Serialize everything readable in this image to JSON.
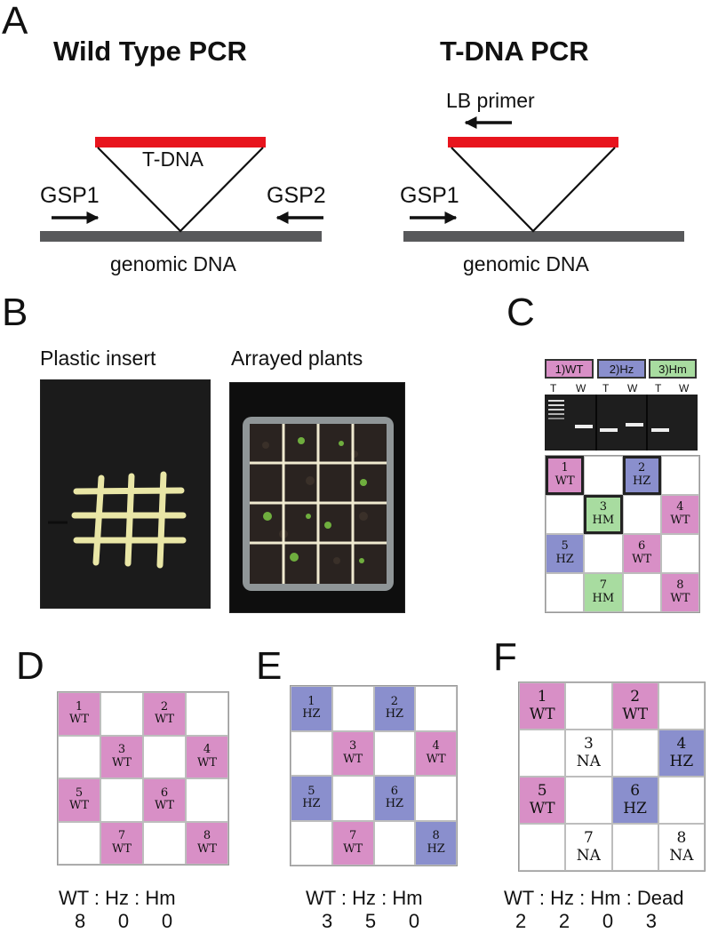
{
  "panel_letters": {
    "a": "A",
    "b": "B",
    "c": "C",
    "d": "D",
    "e": "E",
    "f": "F"
  },
  "panel_a": {
    "left": {
      "title": "Wild Type PCR",
      "insert_label": "T-DNA",
      "primer_left": "GSP1",
      "primer_right": "GSP2",
      "genome_label": "genomic DNA"
    },
    "right": {
      "title": "T-DNA PCR",
      "primer_top": "LB primer",
      "primer_left": "GSP1",
      "genome_label": "genomic DNA"
    },
    "colors": {
      "tdna": "#e8141d",
      "genome": "#58595b"
    }
  },
  "panel_b": {
    "left_label": "Plastic insert",
    "right_label": "Arrayed plants"
  },
  "panel_c": {
    "tags": [
      {
        "label": "1)WT",
        "type": "wt"
      },
      {
        "label": "2)Hz",
        "type": "hz"
      },
      {
        "label": "3)Hm",
        "type": "hm"
      }
    ],
    "lanes": [
      "T",
      "W",
      "T",
      "W",
      "T",
      "W"
    ],
    "grid": [
      [
        {
          "num": "1",
          "gt": "WT",
          "type": "wt",
          "boxed": true
        },
        null,
        {
          "num": "2",
          "gt": "HZ",
          "type": "hz",
          "boxed": true
        },
        null
      ],
      [
        null,
        {
          "num": "3",
          "gt": "HM",
          "type": "hm",
          "boxed": true
        },
        null,
        {
          "num": "4",
          "gt": "WT",
          "type": "wt"
        }
      ],
      [
        {
          "num": "5",
          "gt": "HZ",
          "type": "hz"
        },
        null,
        {
          "num": "6",
          "gt": "WT",
          "type": "wt"
        },
        null
      ],
      [
        null,
        {
          "num": "7",
          "gt": "HM",
          "type": "hm"
        },
        null,
        {
          "num": "8",
          "gt": "WT",
          "type": "wt"
        }
      ]
    ]
  },
  "panel_d": {
    "grid": [
      [
        {
          "num": "1",
          "gt": "WT",
          "type": "wt"
        },
        null,
        {
          "num": "2",
          "gt": "WT",
          "type": "wt"
        },
        null
      ],
      [
        null,
        {
          "num": "3",
          "gt": "WT",
          "type": "wt"
        },
        null,
        {
          "num": "4",
          "gt": "WT",
          "type": "wt"
        }
      ],
      [
        {
          "num": "5",
          "gt": "WT",
          "type": "wt"
        },
        null,
        {
          "num": "6",
          "gt": "WT",
          "type": "wt"
        },
        null
      ],
      [
        null,
        {
          "num": "7",
          "gt": "WT",
          "type": "wt"
        },
        null,
        {
          "num": "8",
          "gt": "WT",
          "type": "wt"
        }
      ]
    ],
    "ratio_header": "WT : Hz : Hm",
    "ratio_values": "8      0      0"
  },
  "panel_e": {
    "grid": [
      [
        {
          "num": "1",
          "gt": "HZ",
          "type": "hz"
        },
        null,
        {
          "num": "2",
          "gt": "HZ",
          "type": "hz"
        },
        null
      ],
      [
        null,
        {
          "num": "3",
          "gt": "WT",
          "type": "wt"
        },
        null,
        {
          "num": "4",
          "gt": "WT",
          "type": "wt"
        }
      ],
      [
        {
          "num": "5",
          "gt": "HZ",
          "type": "hz"
        },
        null,
        {
          "num": "6",
          "gt": "HZ",
          "type": "hz"
        },
        null
      ],
      [
        null,
        {
          "num": "7",
          "gt": "WT",
          "type": "wt"
        },
        null,
        {
          "num": "8",
          "gt": "HZ",
          "type": "hz"
        }
      ]
    ],
    "ratio_header": "WT : Hz : Hm",
    "ratio_values": "3      5      0"
  },
  "panel_f": {
    "grid": [
      [
        {
          "num": "1",
          "gt": "WT",
          "type": "wt"
        },
        null,
        {
          "num": "2",
          "gt": "WT",
          "type": "wt"
        },
        null
      ],
      [
        null,
        {
          "num": "3",
          "gt": "NA",
          "type": "na"
        },
        null,
        {
          "num": "4",
          "gt": "HZ",
          "type": "hz"
        }
      ],
      [
        {
          "num": "5",
          "gt": "WT",
          "type": "wt"
        },
        null,
        {
          "num": "6",
          "gt": "HZ",
          "type": "hz"
        },
        null
      ],
      [
        null,
        {
          "num": "7",
          "gt": "NA",
          "type": "na"
        },
        null,
        {
          "num": "8",
          "gt": "NA",
          "type": "na"
        }
      ]
    ],
    "ratio_header": "WT : Hz : Hm : Dead",
    "ratio_values": "2      2      0      3"
  },
  "genotype_colors": {
    "wt": "#d88fc6",
    "hz": "#8a8fcd",
    "hm": "#a8dca0"
  }
}
